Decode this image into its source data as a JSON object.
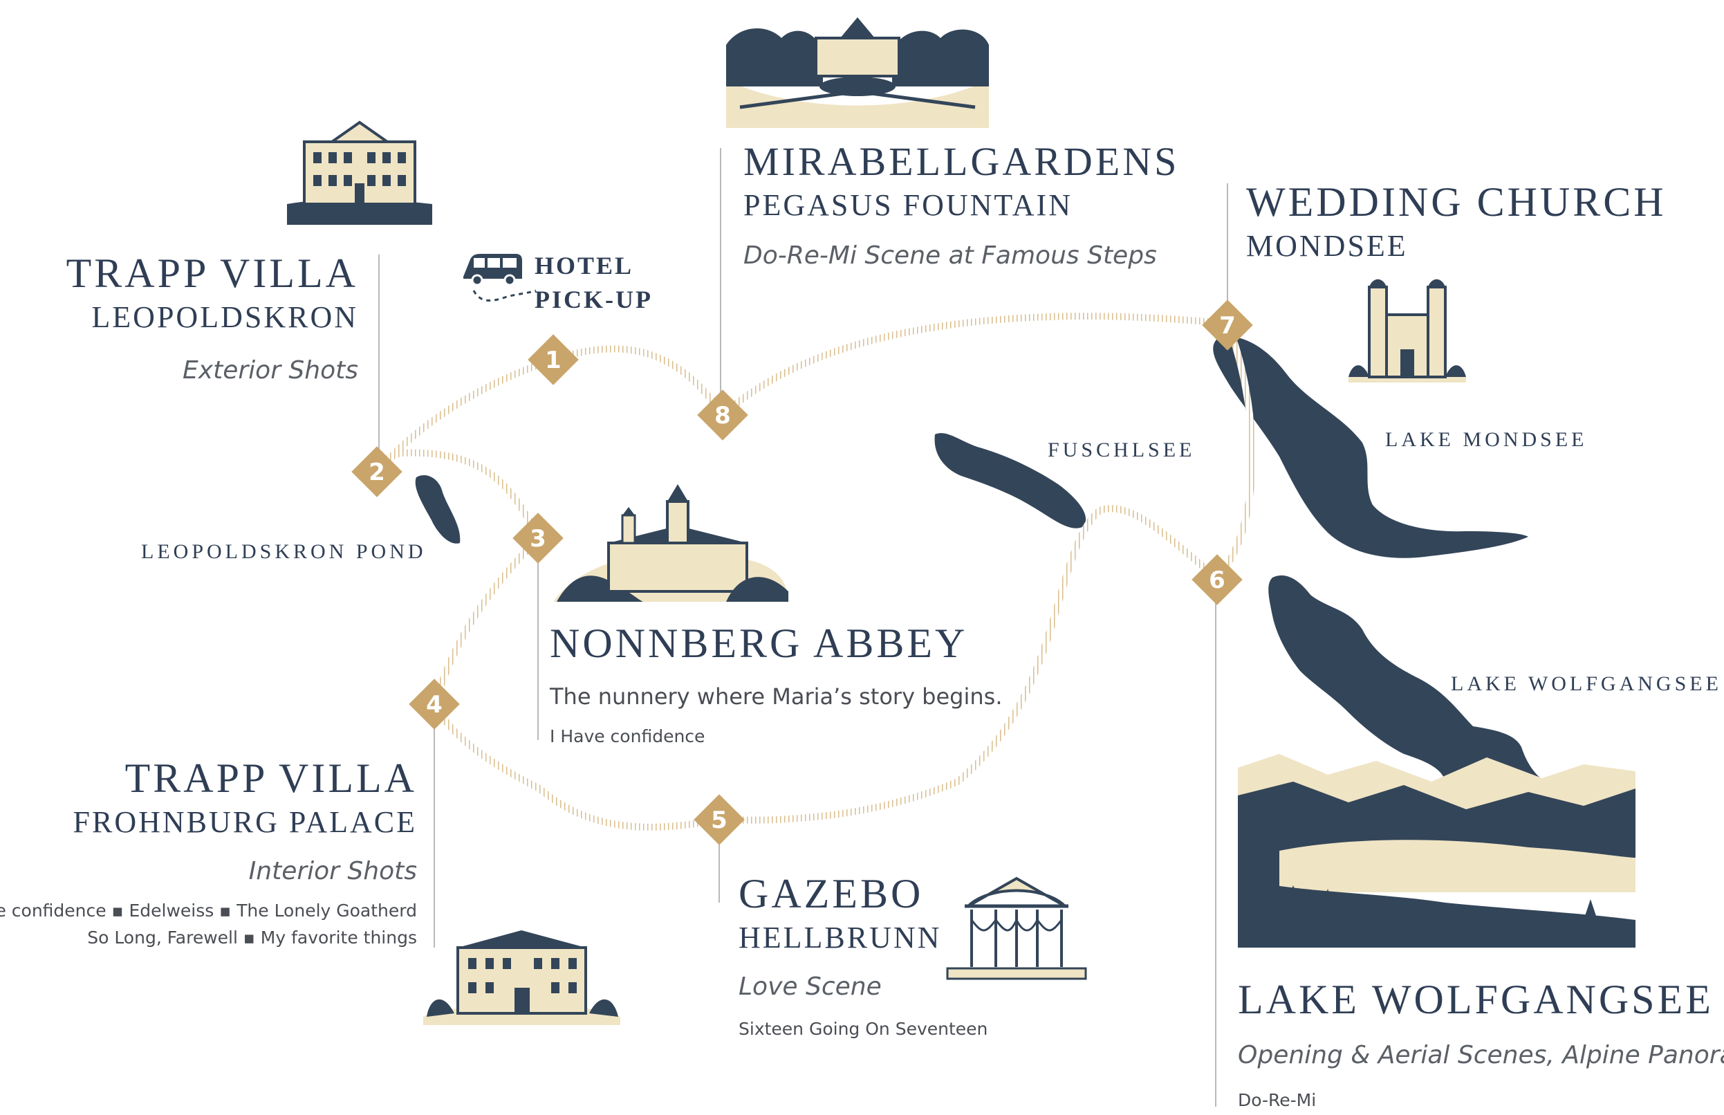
{
  "stops": [
    {
      "id": "hotel",
      "title": "HOTEL",
      "subtitle": "PICK-UP"
    },
    {
      "id": "trapp-villa-leopoldskron",
      "title": "TRAPP VILLA",
      "subtitle": "LEOPOLDSKRON",
      "scene": "Exterior Shots"
    },
    {
      "id": "nonnberg-abbey",
      "title": "NONNBERG ABBEY",
      "description": "The nunnery where Maria’s story begins.",
      "songs": "I Have confidence"
    },
    {
      "id": "trapp-villa-frohnburg",
      "title": "TRAPP VILLA",
      "subtitle": "FROHNBURG PALACE",
      "scene": "Interior Shots",
      "songs_line1": "I Have confidence ▪ Edelweiss ▪ The Lonely Goatherd",
      "songs_line2": "So Long, Farewell ▪ My favorite things"
    },
    {
      "id": "gazebo",
      "title": "GAZEBO",
      "subtitle": "HELLBRUNN",
      "scene": "Love Scene",
      "songs": "Sixteen Going On Seventeen"
    },
    {
      "id": "lake-wolfgangsee",
      "title": "LAKE WOLFGANGSEE",
      "scene": "Opening & Aerial Scenes, Alpine Panorama",
      "songs": "Do-Re-Mi"
    },
    {
      "id": "wedding-church",
      "title": "WEDDING CHURCH",
      "subtitle": "MONDSEE"
    },
    {
      "id": "mirabell",
      "title": "MIRABELLGARDENS",
      "subtitle": "PEGASUS FOUNTAIN",
      "scene": "Do-Re-Mi Scene at Famous Steps"
    }
  ],
  "markers": [
    "1",
    "2",
    "3",
    "4",
    "5",
    "6",
    "7",
    "8"
  ],
  "lakes": {
    "leopoldskron_pond": "LEOPOLDSKRON POND",
    "fuschlsee": "FUSCHLSEE",
    "mondsee": "LAKE MONDSEE",
    "wolfgangsee": "LAKE WOLFGANGSEE"
  },
  "colors": {
    "navy": "#2f3e55",
    "gold": "#c9a56b",
    "route": "#d9bd8c",
    "cream": "#efe4c4",
    "text_gray": "#5b5f66"
  },
  "icons": [
    "van-icon",
    "castle-icon",
    "villa-icon",
    "abbey-icon",
    "palace-icon",
    "gazebo-icon",
    "church-icon",
    "lake-panorama-icon",
    "gardens-icon"
  ]
}
